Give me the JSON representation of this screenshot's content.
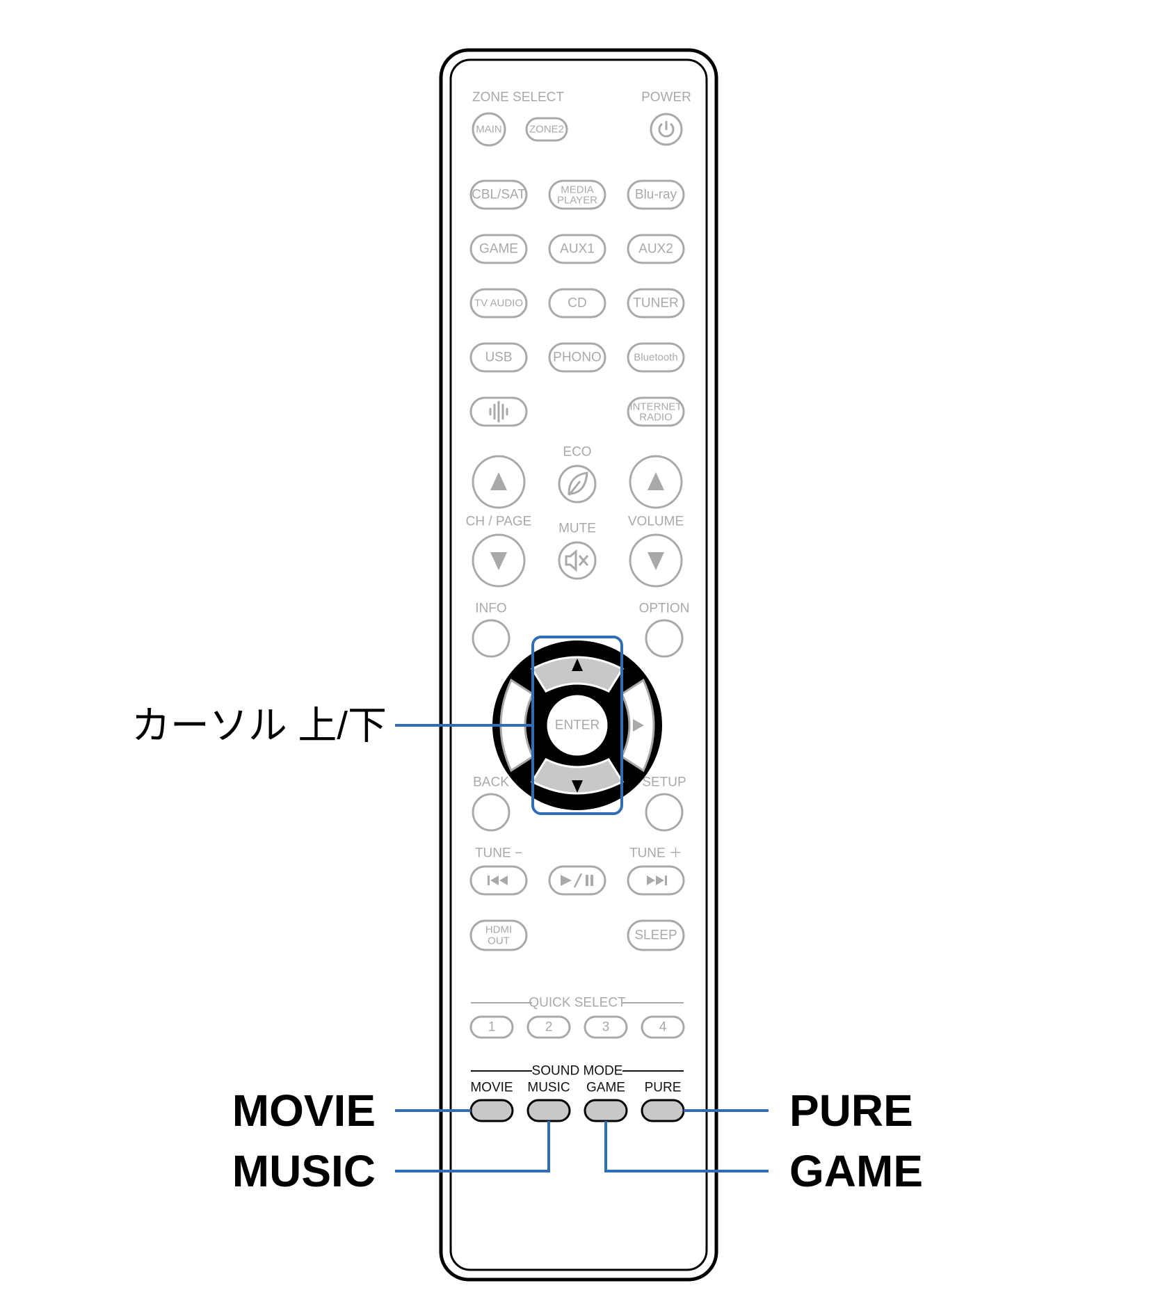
{
  "remote": {
    "zone_select_label": "ZONE SELECT",
    "power_label": "POWER",
    "main": "MAIN",
    "zone2": "ZONE2",
    "power_icon": "power-icon",
    "sources": {
      "cbl_sat": "CBL/SAT",
      "media_player_line1": "MEDIA",
      "media_player_line2": "PLAYER",
      "bluray": "Blu-ray",
      "game": "GAME",
      "aux1": "AUX1",
      "aux2": "AUX2",
      "tv_audio": "TV AUDIO",
      "cd": "CD",
      "tuner": "TUNER",
      "usb": "USB",
      "phono": "PHONO",
      "bluetooth": "Bluetooth",
      "heos_icon": "heos-icon",
      "internet_radio_line1": "INTERNET",
      "internet_radio_line2": "RADIO"
    },
    "eco_label": "ECO",
    "eco_icon": "leaf-icon",
    "ch_page_label": "CH / PAGE",
    "mute_label": "MUTE",
    "mute_icon": "mute-speaker-icon",
    "volume_label": "VOLUME",
    "info_label": "INFO",
    "option_label": "OPTION",
    "enter_label": "ENTER",
    "back_label": "BACK",
    "setup_label": "SETUP",
    "tune_minus_label": "TUNE −",
    "tune_plus_label": "TUNE ＋",
    "play_pause_icon": "play-pause-icon",
    "hdmi_out_line1": "HDMI",
    "hdmi_out_line2": "OUT",
    "sleep": "SLEEP",
    "quick_select_label": "QUICK SELECT",
    "quick_select": [
      "1",
      "2",
      "3",
      "4"
    ],
    "sound_mode_label": "SOUND MODE",
    "sound_modes": [
      "MOVIE",
      "MUSIC",
      "GAME",
      "PURE"
    ]
  },
  "callouts": {
    "cursor": "カーソル 上/下",
    "movie": "MOVIE",
    "music": "MUSIC",
    "pure": "PURE",
    "game": "GAME"
  },
  "colors": {
    "highlight": "#2f6db5",
    "inactive": "#a9a9a9",
    "active_fill": "#c8c8c8",
    "outline": "#000000"
  }
}
